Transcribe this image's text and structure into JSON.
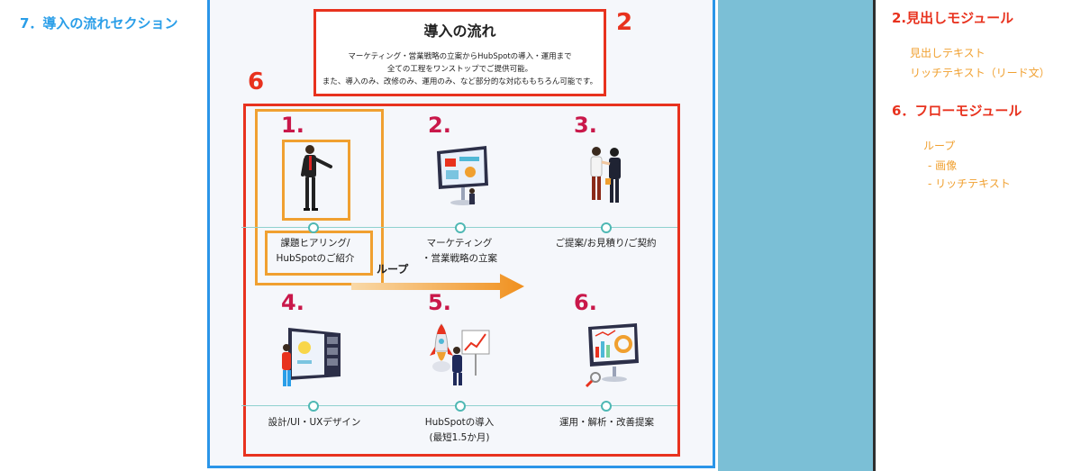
{
  "section": {
    "label": "7．導入の流れセクション"
  },
  "heading": {
    "title": "導入の流れ",
    "lead_lines": [
      "マーケティング・営業戦略の立案からHubSpotの導入・運用まで",
      "全ての工程をワンストップでご提供可能。",
      "また、導入のみ、改修のみ、運用のみ、など部分的な対応ももちろん可能です。"
    ]
  },
  "annotations": {
    "heading_marker": "2",
    "flow_marker": "6",
    "loop_label": "ループ"
  },
  "steps": [
    {
      "num": "1.",
      "lines": [
        "課題ヒアリング/",
        "HubSpotのご紹介"
      ],
      "icon": "presenter-icon"
    },
    {
      "num": "2.",
      "lines": [
        "マーケティング",
        "・営業戦略の立案"
      ],
      "icon": "monitor-strategy-icon"
    },
    {
      "num": "3.",
      "lines": [
        "ご提案/お見積り/ご契約"
      ],
      "icon": "handshake-icon"
    },
    {
      "num": "4.",
      "lines": [
        "設計/UI・UXデザイン"
      ],
      "icon": "design-board-icon"
    },
    {
      "num": "5.",
      "lines": [
        "HubSpotの導入",
        "(最短1.5か月)"
      ],
      "icon": "rocket-launch-icon"
    },
    {
      "num": "6.",
      "lines": [
        "運用・解析・改善提案"
      ],
      "icon": "analytics-monitor-icon"
    }
  ],
  "modules": {
    "heading_module": {
      "title": "2.見出しモジュール",
      "items": [
        "見出しテキスト",
        "リッチテキスト（リード文）"
      ]
    },
    "flow_module": {
      "title": "6．フローモジュール",
      "items": [
        "ループ",
        "- 画像",
        "- リッチテキスト"
      ]
    }
  },
  "colors": {
    "red": "#e8321e",
    "orange": "#f0a030",
    "blue": "#2a95e8",
    "teal": "#7bbfd6",
    "step_number": "#c9184a"
  }
}
